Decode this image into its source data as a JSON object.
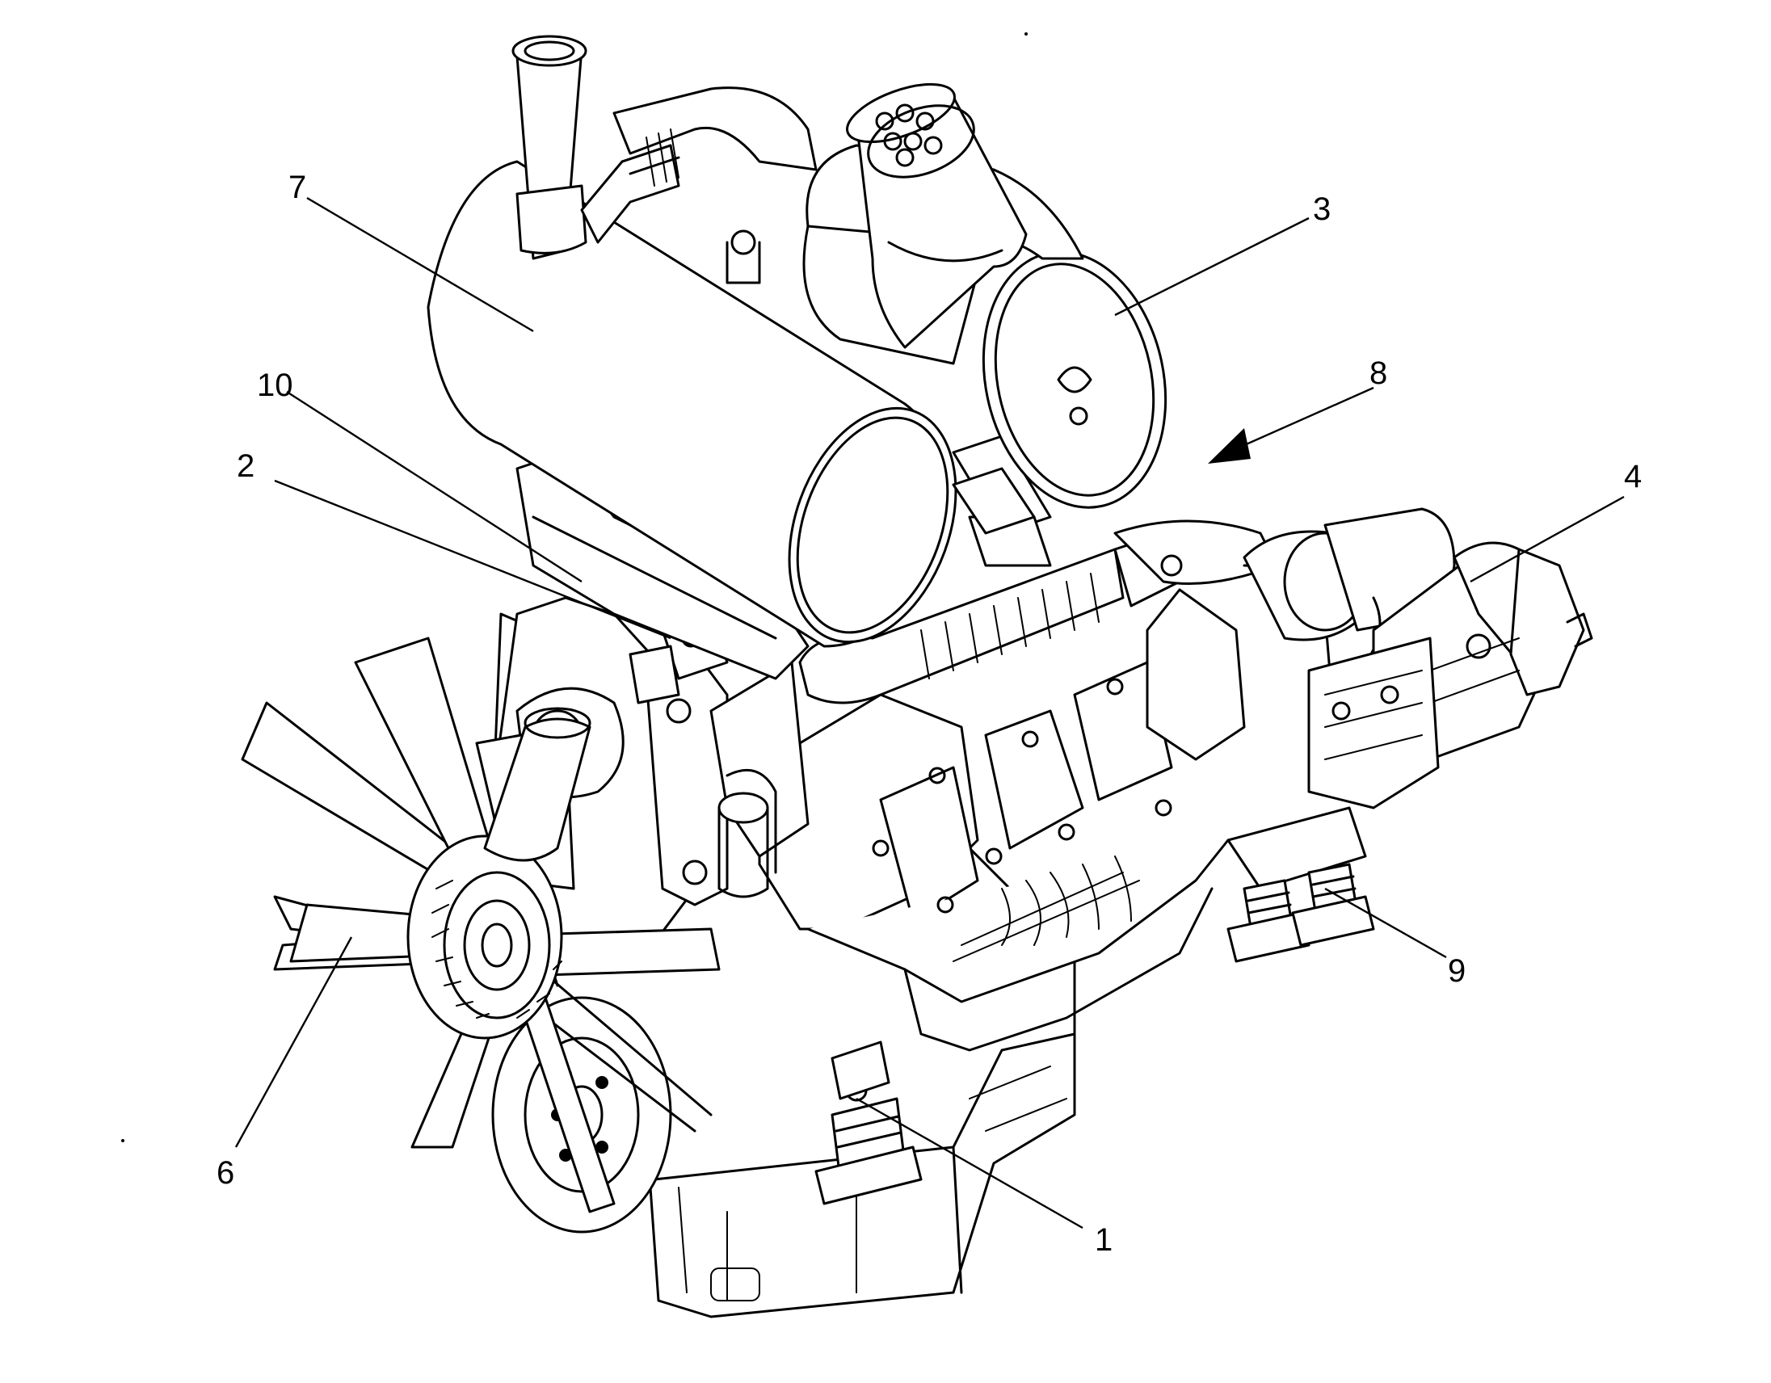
{
  "figure": {
    "callouts": [
      {
        "id": "c1",
        "label": "1"
      },
      {
        "id": "c2",
        "label": "2"
      },
      {
        "id": "c3",
        "label": "3"
      },
      {
        "id": "c4",
        "label": "4"
      },
      {
        "id": "c6",
        "label": "6"
      },
      {
        "id": "c7",
        "label": "7"
      },
      {
        "id": "c8",
        "label": "8"
      },
      {
        "id": "c9",
        "label": "9"
      },
      {
        "id": "c10",
        "label": "10"
      }
    ]
  },
  "colors": {
    "ink": "#000000",
    "paper": "#ffffff"
  }
}
